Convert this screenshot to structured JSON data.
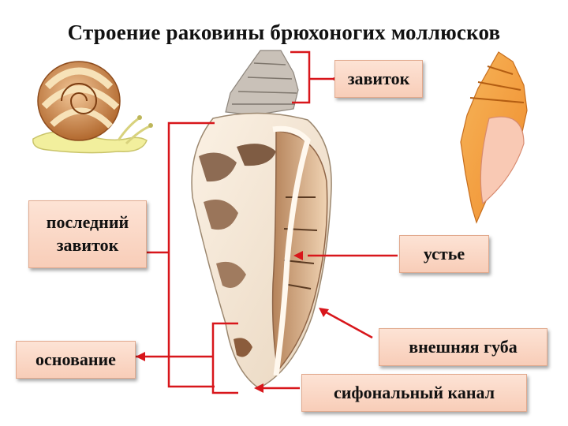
{
  "title": "Строение раковины брюхоногих моллюсков",
  "labels": {
    "zavitok": "завиток",
    "posledniy_zavitok": "последний завиток",
    "ustye": "устье",
    "osnovanie": "основание",
    "vneshnyaya_guba": "внешняя губа",
    "sifonalny_kanal": "сифональный канал"
  },
  "colors": {
    "pointer": "#d8161b",
    "label_fill": "#fbd7c4",
    "label_border": "#e1a98d"
  }
}
